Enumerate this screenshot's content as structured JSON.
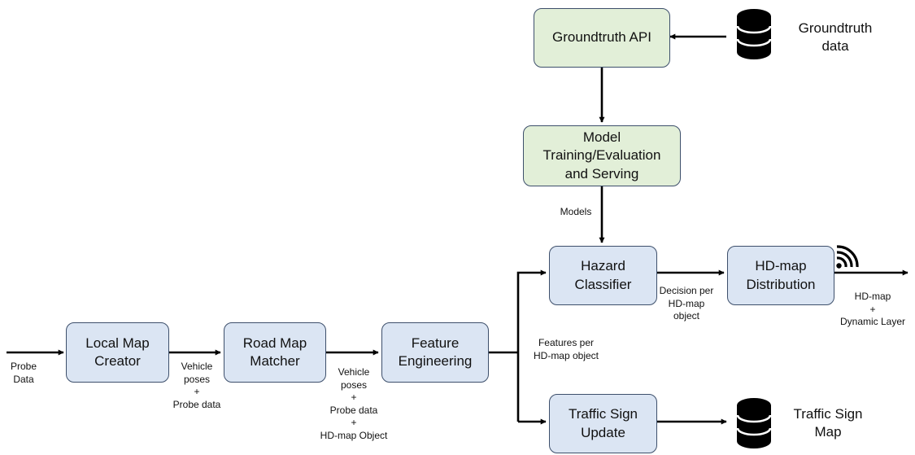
{
  "nodes": {
    "groundtruth_api": [
      "Groundtruth API"
    ],
    "model_training": [
      "Model",
      "Training/Evaluation",
      "and Serving"
    ],
    "local_map_creator": [
      "Local Map",
      "Creator"
    ],
    "road_map_matcher": [
      "Road Map",
      "Matcher"
    ],
    "feature_engineering": [
      "Feature",
      "Engineering"
    ],
    "hazard_classifier": [
      "Hazard",
      "Classifier"
    ],
    "hd_map_distribution": [
      "HD-map",
      "Distribution"
    ],
    "traffic_sign_update": [
      "Traffic Sign",
      "Update"
    ]
  },
  "stores": {
    "groundtruth_data": [
      "Groundtruth",
      "data"
    ],
    "traffic_sign_map": [
      "Traffic Sign",
      "Map"
    ]
  },
  "edge_labels": {
    "probe_data": [
      "Probe",
      "Data"
    ],
    "vehicle_poses_1": [
      "Vehicle",
      "poses",
      "+",
      "Probe data"
    ],
    "vehicle_poses_2": [
      "Vehicle",
      "poses",
      "+",
      "Probe data",
      "+",
      "HD-map Object"
    ],
    "features_per_object": [
      "Features per",
      "HD-map object"
    ],
    "models": [
      "Models"
    ],
    "decision_per_object": [
      "Decision per",
      "HD-map",
      "object"
    ],
    "hd_map_dynamic": [
      "HD-map",
      "+",
      "Dynamic Layer"
    ]
  },
  "colors": {
    "process_box": "#dbe5f3",
    "model_box": "#e2efd8",
    "box_border": "#3d4f6b",
    "arrow": "#000000",
    "database_icon": "#000000"
  },
  "icons": {
    "database": "database-icon",
    "broadcast": "wifi-broadcast-icon"
  }
}
